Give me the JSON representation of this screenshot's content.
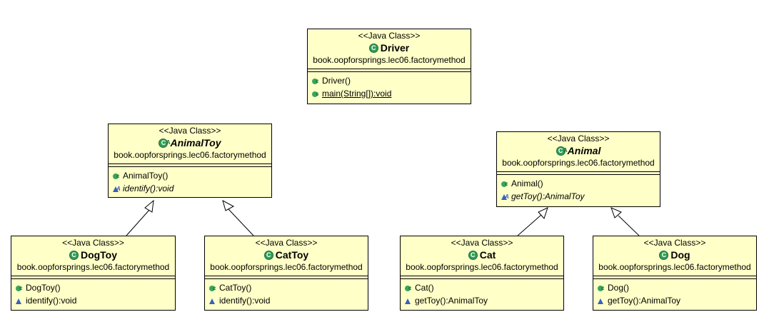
{
  "stereotype": "<<Java Class>>",
  "package": "book.oopforsprings.lec06.factorymethod",
  "classes": {
    "driver": {
      "name": "Driver",
      "abstract": false,
      "methods": [
        {
          "text": "Driver()",
          "kind": "constructor"
        },
        {
          "text": "main(String[]):void",
          "kind": "static"
        }
      ]
    },
    "animaltoy": {
      "name": "AnimalToy",
      "abstract": true,
      "methods": [
        {
          "text": "AnimalToy()",
          "kind": "constructor"
        },
        {
          "text": "identify():void",
          "kind": "abstract"
        }
      ]
    },
    "animal": {
      "name": "Animal",
      "abstract": true,
      "methods": [
        {
          "text": "Animal()",
          "kind": "constructor"
        },
        {
          "text": "getToy():AnimalToy",
          "kind": "abstract"
        }
      ]
    },
    "dogtoy": {
      "name": "DogToy",
      "abstract": false,
      "methods": [
        {
          "text": "DogToy()",
          "kind": "constructor"
        },
        {
          "text": "identify():void",
          "kind": "package"
        }
      ]
    },
    "cattoy": {
      "name": "CatToy",
      "abstract": false,
      "methods": [
        {
          "text": "CatToy()",
          "kind": "constructor"
        },
        {
          "text": "identify():void",
          "kind": "package"
        }
      ]
    },
    "cat": {
      "name": "Cat",
      "abstract": false,
      "methods": [
        {
          "text": "Cat()",
          "kind": "constructor"
        },
        {
          "text": "getToy():AnimalToy",
          "kind": "package"
        }
      ]
    },
    "dog": {
      "name": "Dog",
      "abstract": false,
      "methods": [
        {
          "text": "Dog()",
          "kind": "constructor"
        },
        {
          "text": "getToy():AnimalToy",
          "kind": "package"
        }
      ]
    }
  },
  "generalizations": [
    {
      "from": "dogtoy",
      "to": "animaltoy"
    },
    {
      "from": "cattoy",
      "to": "animaltoy"
    },
    {
      "from": "cat",
      "to": "animal"
    },
    {
      "from": "dog",
      "to": "animal"
    }
  ],
  "colors": {
    "class_fill": "#ffffc8",
    "class_icon": "#2f9e57",
    "package_method_icon": "#3b5fc0"
  }
}
